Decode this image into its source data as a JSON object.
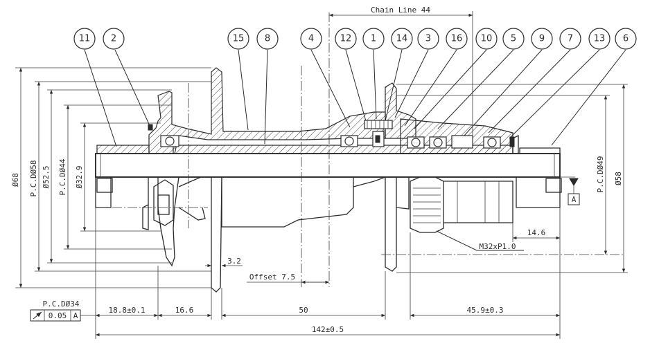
{
  "balloons": [
    "11",
    "2",
    "15",
    "8",
    "4",
    "12",
    "1",
    "14",
    "3",
    "16",
    "10",
    "5",
    "9",
    "7",
    "13",
    "6"
  ],
  "dimensions": {
    "chain_line": "Chain Line 44",
    "dia_68": "Ø68",
    "pcd_58": "P.C.DØ58",
    "dia_52_5": "Ø52.5",
    "pcd_44": "P.C.DØ44",
    "dia_32_9": "Ø32.9",
    "pcd_49": "P.C.DØ49",
    "dia_58": "Ø58",
    "d_3_2": "3.2",
    "offset": "Offset 7.5",
    "d_14_6": "14.6",
    "thread": "M32xP1.0",
    "d_18_8": "18.8±0.1",
    "d_16_6": "16.6",
    "d_50": "50",
    "d_45_9": "45.9±0.3",
    "d_142": "142±0.5",
    "pcd_34": "P.C.DØ34"
  },
  "datum": "A",
  "tolerance_frame": {
    "symbol": "circular-runout-icon",
    "value": "0.05",
    "datum": "A"
  }
}
